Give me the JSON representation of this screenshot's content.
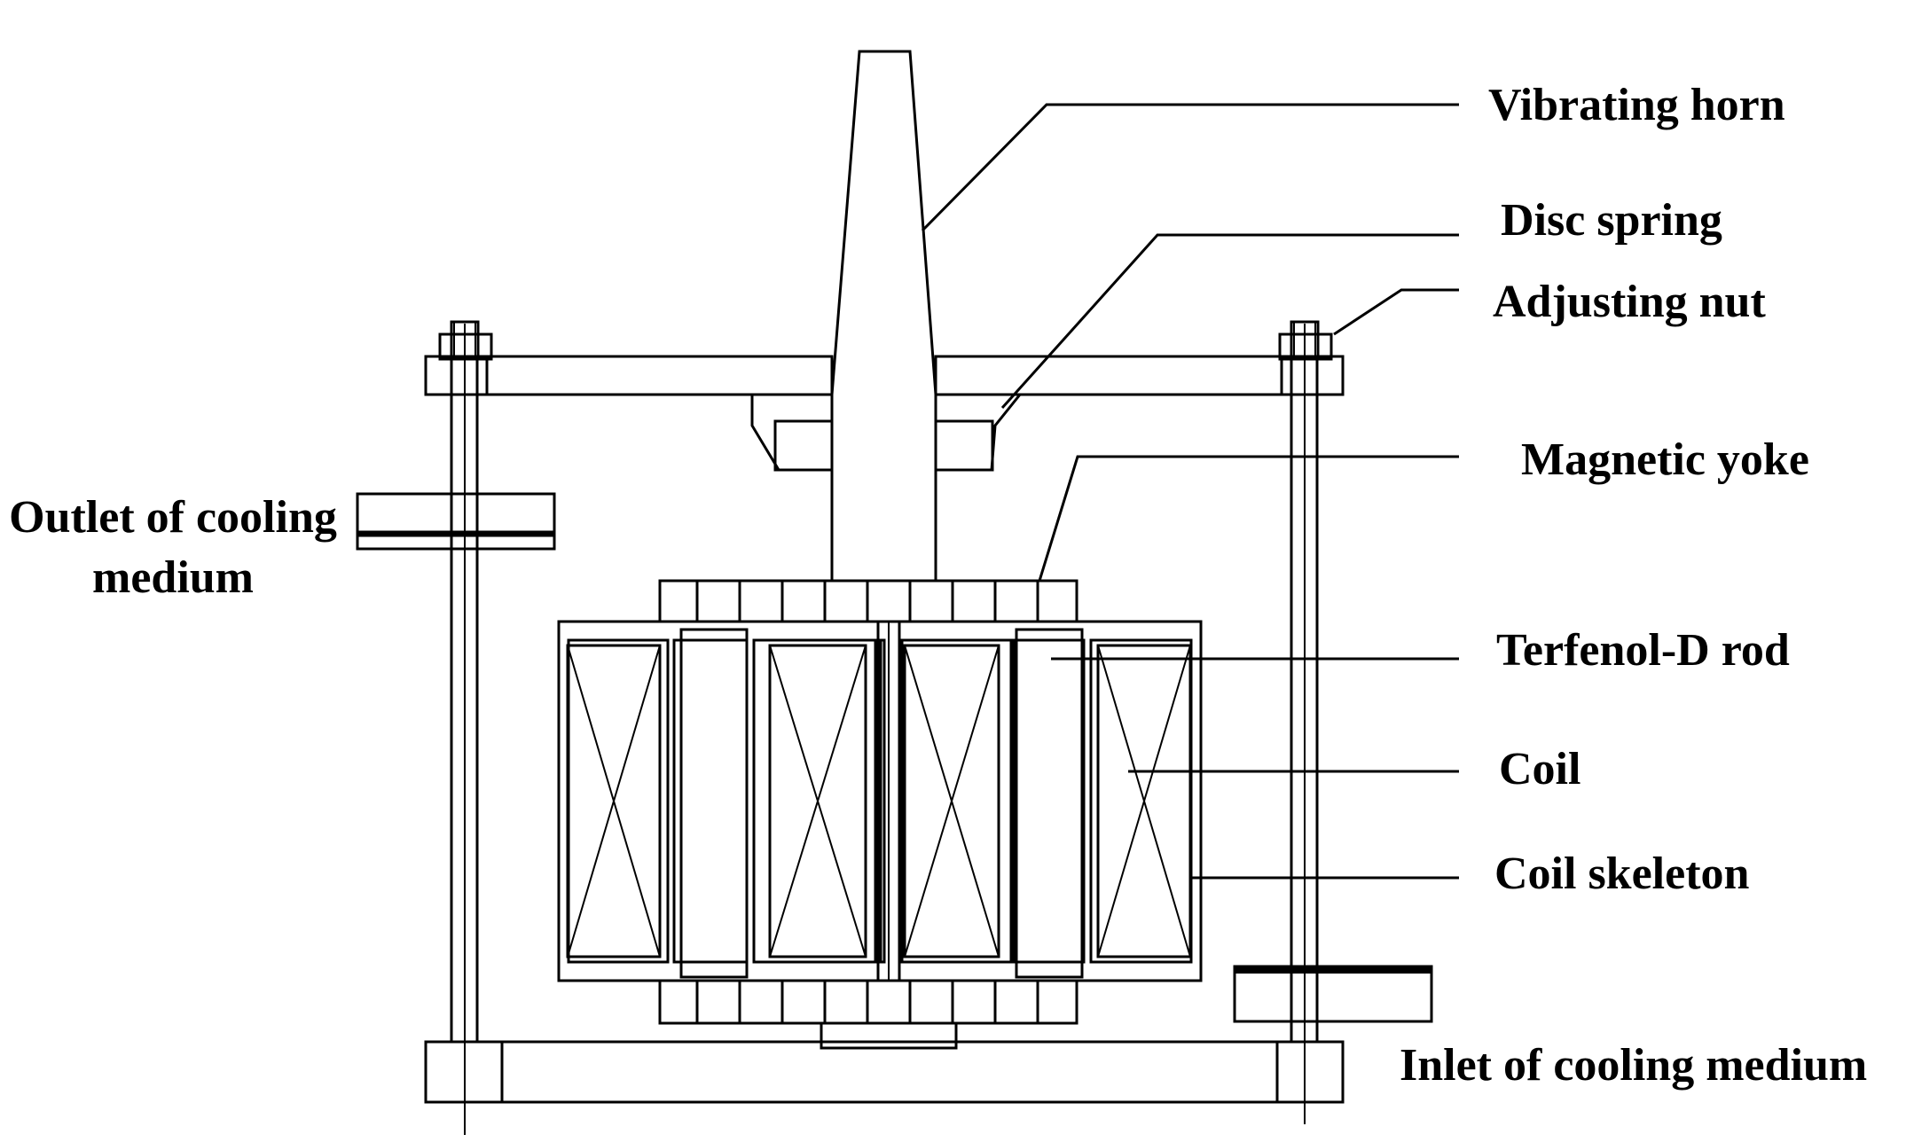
{
  "labels": {
    "vibrating_horn": "Vibrating horn",
    "disc_spring": "Disc spring",
    "adjusting_nut": "Adjusting nut",
    "magnetic_yoke": "Magnetic yoke",
    "terfenol_rod": "Terfenol-D rod",
    "coil": "Coil",
    "coil_skeleton": "Coil skeleton",
    "inlet": "Inlet of cooling medium",
    "outlet_line1": "Outlet of cooling",
    "outlet_line2": "medium"
  },
  "colors": {
    "cooling_pipe": "#00b050",
    "terfenol_rod": "#6f9fdc",
    "outline": "#000000",
    "background": "#ffffff"
  }
}
